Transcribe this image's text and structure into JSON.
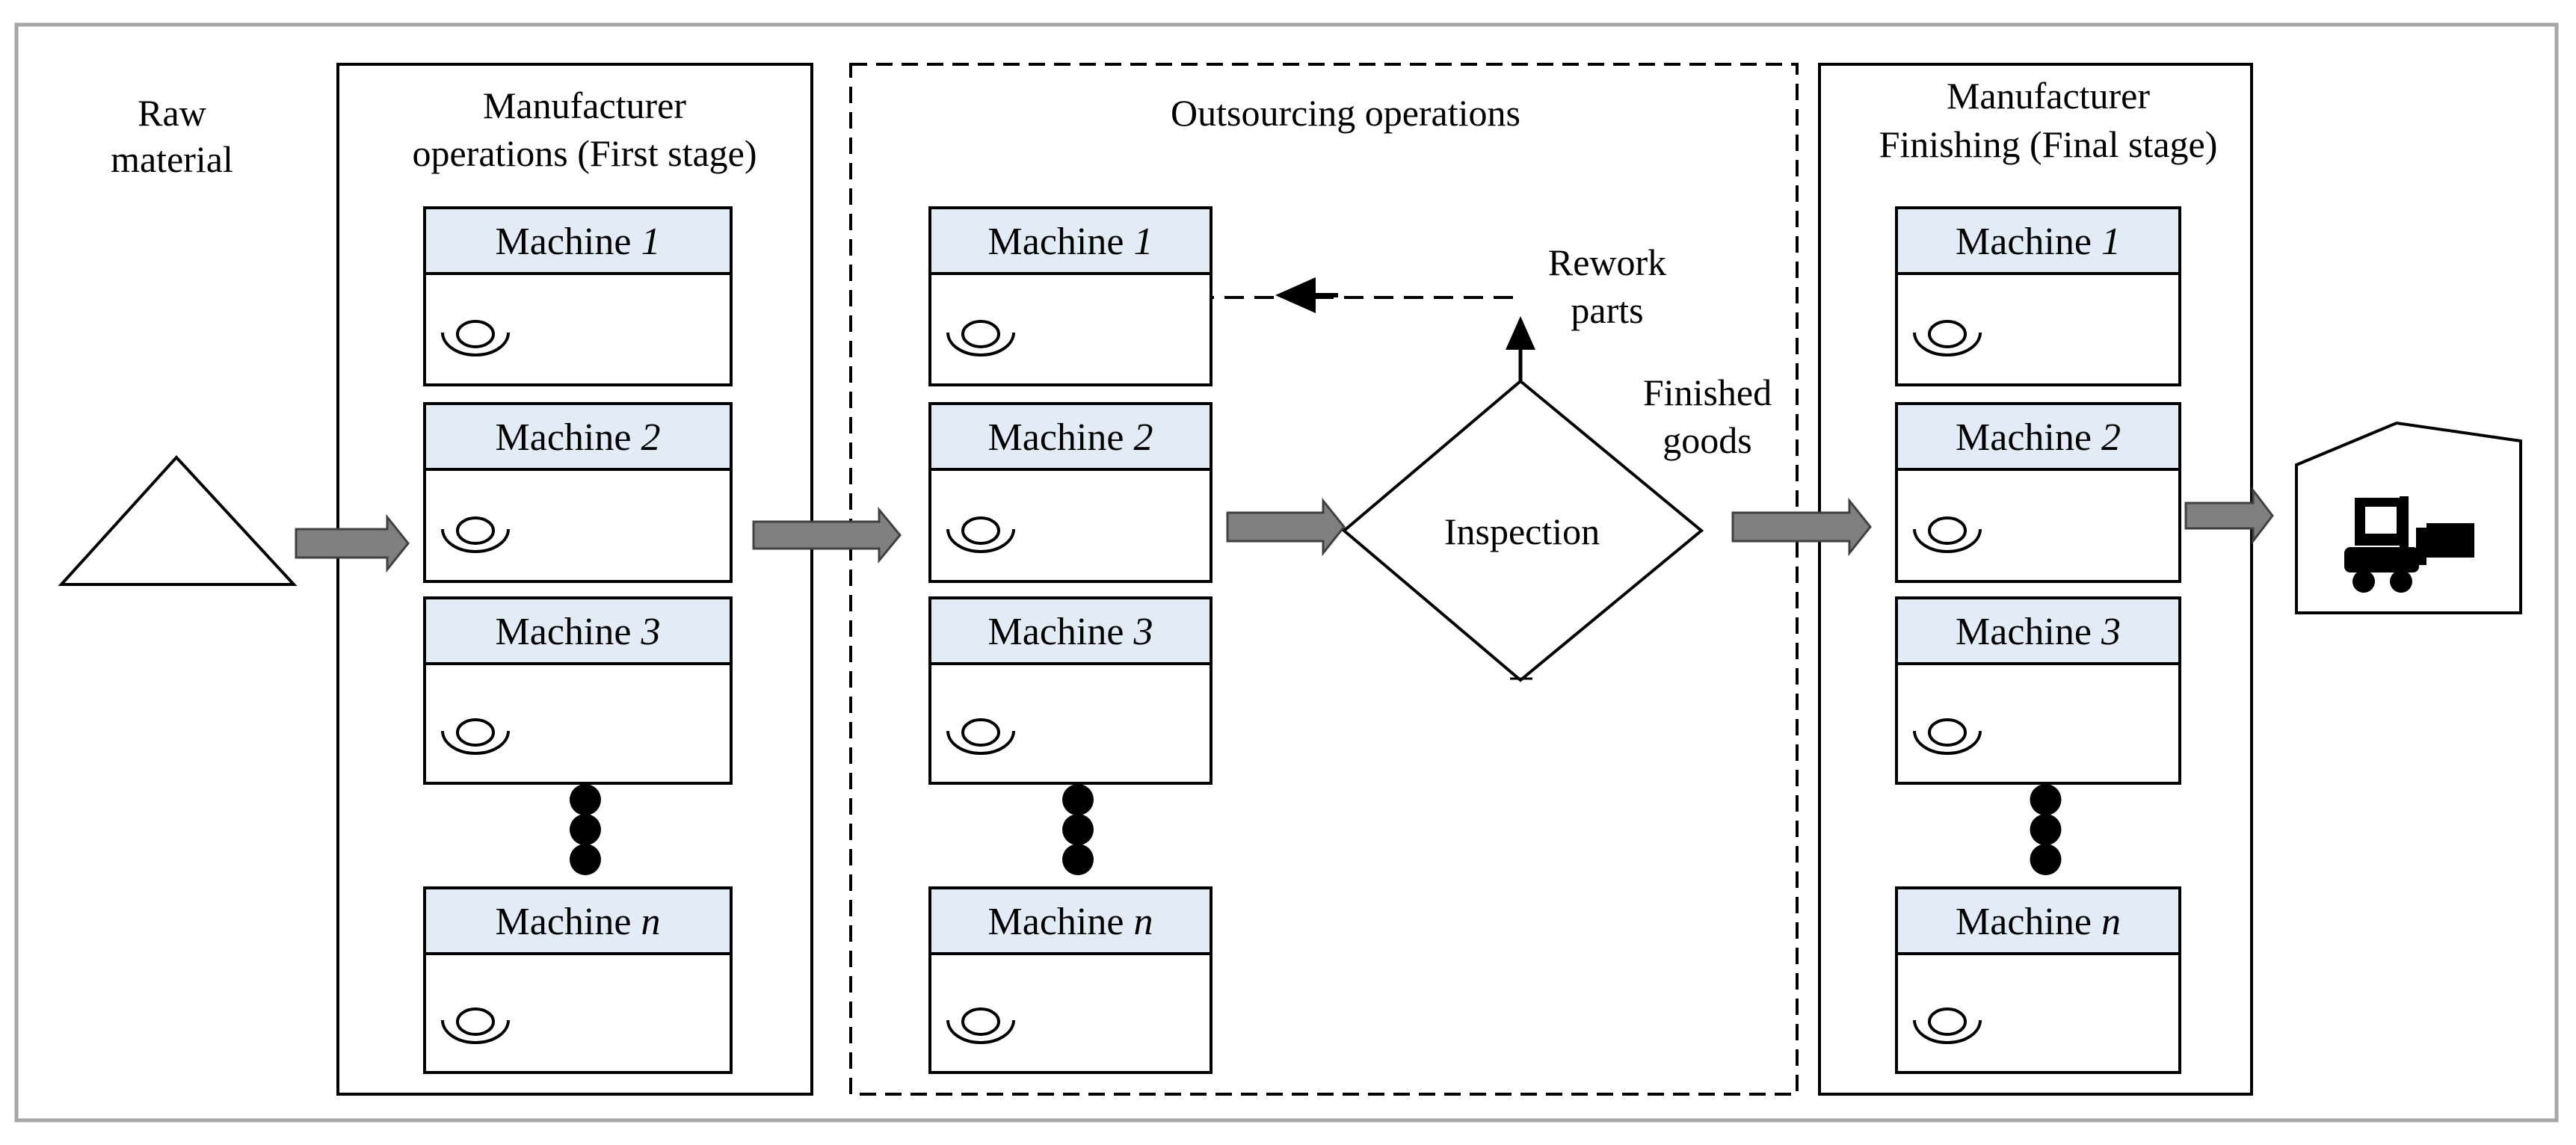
{
  "raw_material": {
    "line1": "Raw",
    "line2": "material"
  },
  "first_stage": {
    "title_line1": "Manufacturer",
    "title_line2": "operations (First stage)",
    "machines": [
      {
        "name": "Machine",
        "num": "1"
      },
      {
        "name": "Machine",
        "num": "2"
      },
      {
        "name": "Machine",
        "num": "3"
      },
      {
        "name": "Machine",
        "num": "n"
      }
    ]
  },
  "outsourcing": {
    "title": "Outsourcing operations",
    "machines": [
      {
        "name": "Machine",
        "num": "1"
      },
      {
        "name": "Machine",
        "num": "2"
      },
      {
        "name": "Machine",
        "num": "3"
      },
      {
        "name": "Machine",
        "num": "n"
      }
    ],
    "inspection": "Inspection",
    "rework_line1": "Rework",
    "rework_line2": "parts"
  },
  "finished_goods": {
    "line1": "Finished",
    "line2": "goods"
  },
  "final_stage": {
    "title_line1": "Manufacturer",
    "title_line2": "Finishing (Final stage)",
    "machines": [
      {
        "name": "Machine",
        "num": "1"
      },
      {
        "name": "Machine",
        "num": "2"
      },
      {
        "name": "Machine",
        "num": "3"
      },
      {
        "name": "Machine",
        "num": "n"
      }
    ]
  },
  "colors": {
    "header_fill": "#e2ebf6",
    "arrow_fill": "#7f7f7f",
    "outer_border": "#a6a6a6"
  },
  "icons": {
    "raw_material": "triangle-icon",
    "machine": "eye-icon",
    "warehouse": "forklift-warehouse-icon"
  }
}
